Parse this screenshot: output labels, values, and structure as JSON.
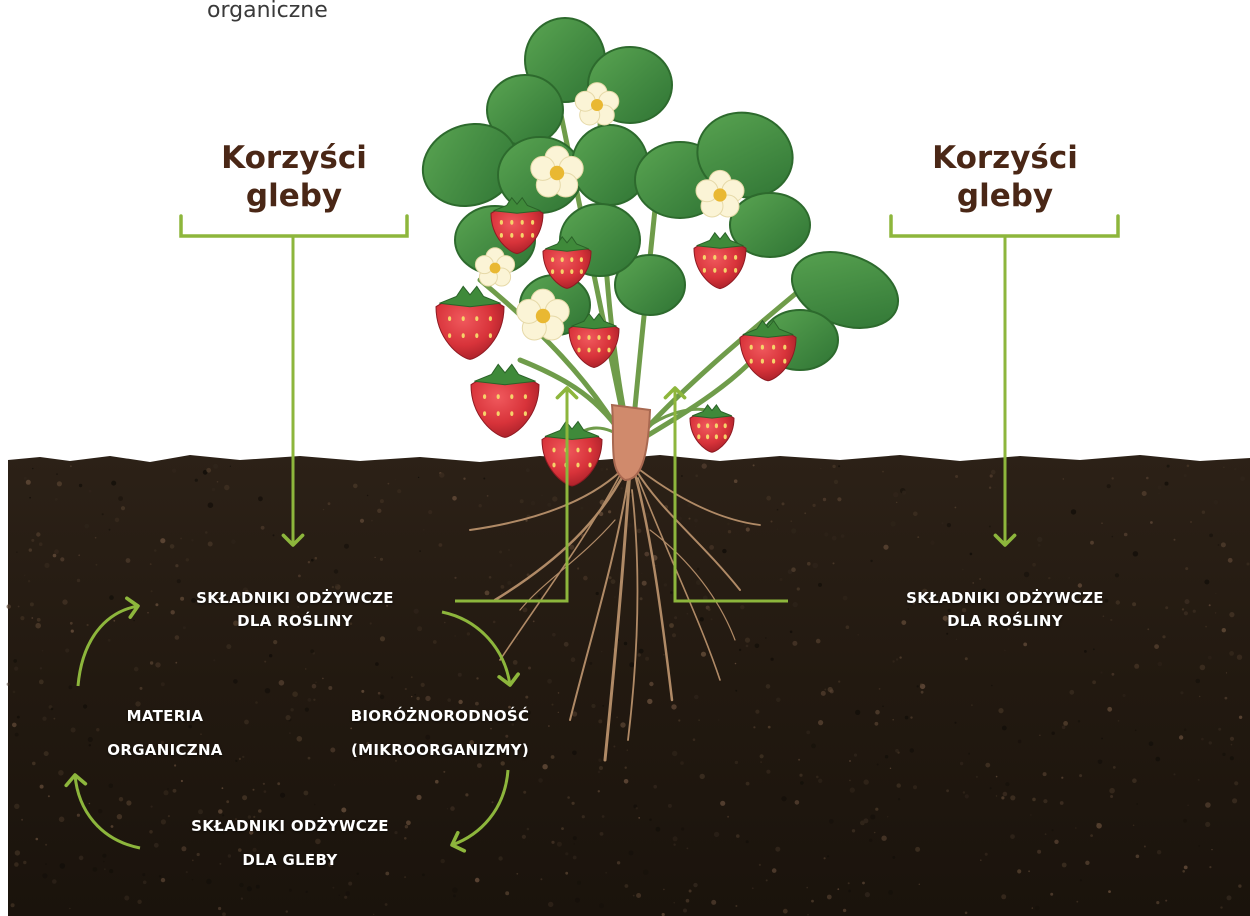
{
  "top_caption": "organiczne",
  "left_header": {
    "line1": "Korzyści",
    "line2": "gleby"
  },
  "right_header": {
    "line1": "Korzyści",
    "line2": "gleby"
  },
  "left_cycle": {
    "plant_nutrients": {
      "line1": "SKŁADNIKI ODŻYWCZE",
      "line2": "DLA ROŚLINY"
    },
    "biodiversity": {
      "line1": "BIORÓŻNORODNOŚĆ",
      "line2": "(MIKROORGANIZMY)"
    },
    "soil_nutrients": {
      "line1": "SKŁADNIKI ODŻYWCZE",
      "line2": "DLA GLEBY"
    },
    "organic_matter": {
      "line1": "MATERIA",
      "line2": "ORGANICZNA"
    }
  },
  "right_label": {
    "line1": "SKŁADNIKI ODŻYWCZE",
    "line2": "DLA ROŚLINY"
  },
  "colors": {
    "accent_green": "#8db63c",
    "title_brown": "#4a2716",
    "soil_dark": "#221910",
    "leaf_green": "#3d8a3d",
    "berry_red": "#d8333a"
  }
}
